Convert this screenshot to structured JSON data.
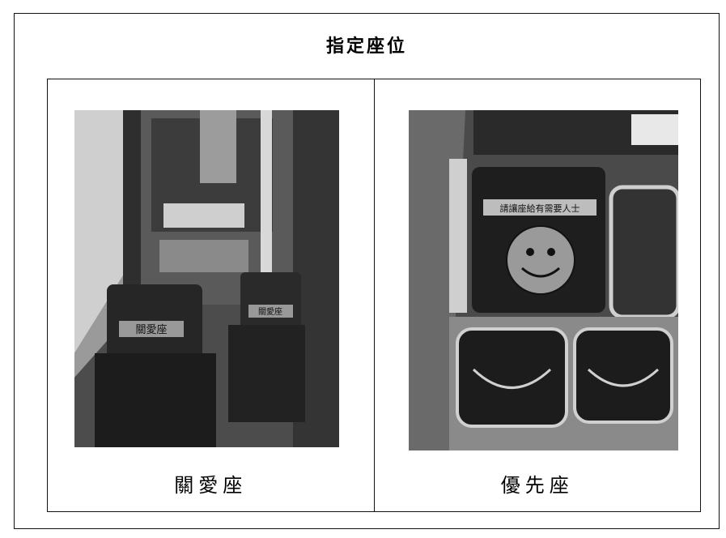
{
  "title": "指定座位",
  "panels": [
    {
      "caption": "關愛座",
      "photo_icon": "bus-seat-photo",
      "seat_stickers": [
        "關愛座",
        "關愛座"
      ]
    },
    {
      "caption": "優先座",
      "photo_icon": "smiley-seat-photo",
      "sticker_text": "請讓座給有需要人士"
    }
  ]
}
